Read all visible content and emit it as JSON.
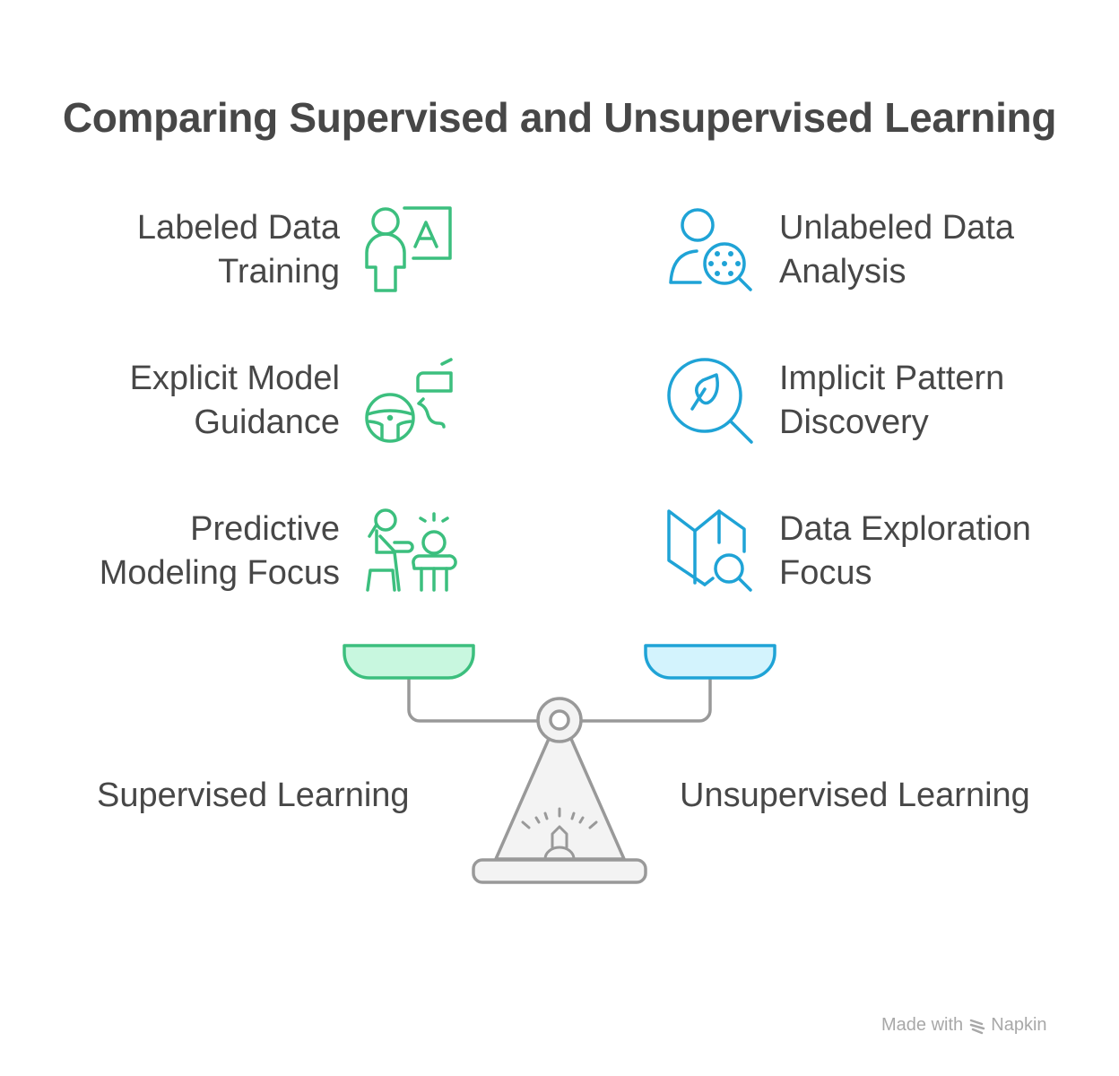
{
  "title": "Comparing Supervised and Unsupervised Learning",
  "left": {
    "heading": "Supervised Learning",
    "color": "#3cbf7e",
    "fill": "#c8f7df",
    "items": [
      {
        "line1": "Labeled Data",
        "line2": "Training",
        "icon": "teacher-board-icon"
      },
      {
        "line1": "Explicit Model",
        "line2": "Guidance",
        "icon": "steering-wheel-speech-icon"
      },
      {
        "line1": "Predictive",
        "line2": "Modeling Focus",
        "icon": "teacher-child-icon"
      }
    ]
  },
  "right": {
    "heading": "Unsupervised Learning",
    "color": "#1fa3d6",
    "fill": "#d3f3fd",
    "items": [
      {
        "line1": "Unlabeled Data",
        "line2": "Analysis",
        "icon": "person-cluster-search-icon"
      },
      {
        "line1": "Implicit Pattern",
        "line2": "Discovery",
        "icon": "leaf-search-icon"
      },
      {
        "line1": "Data Exploration",
        "line2": "Focus",
        "icon": "map-search-icon"
      }
    ]
  },
  "footer": {
    "made_with": "Made with",
    "brand": "Napkin"
  }
}
